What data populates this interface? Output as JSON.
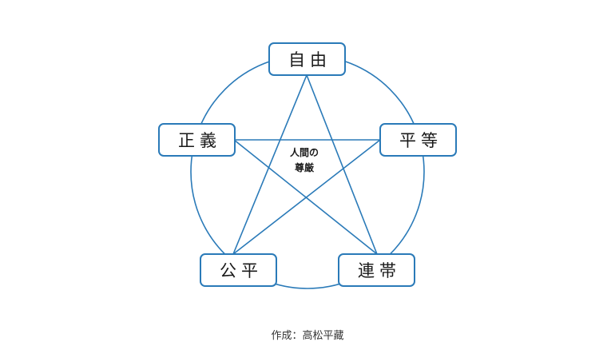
{
  "nodes": {
    "top": "自由",
    "right": "平等",
    "bottom_right": "連帯",
    "bottom_left": "公平",
    "left": "正義"
  },
  "center": {
    "line1": "人間の",
    "line2": "尊厳"
  },
  "credit": "作成：高松平藏",
  "colors": {
    "stroke": "#2a7ab8",
    "text": "#1a1a1a"
  }
}
